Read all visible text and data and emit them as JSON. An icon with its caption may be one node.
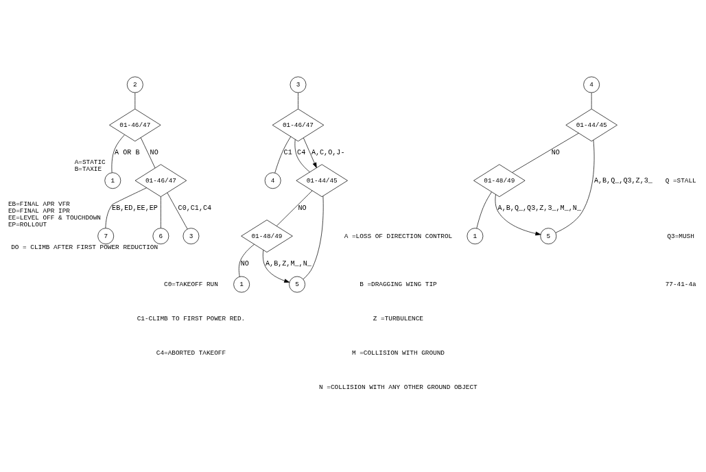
{
  "diagram": {
    "nodes": [
      {
        "text": [
          "2"
        ]
      },
      {
        "text": [
          "01-46/47"
        ]
      },
      {
        "text": [
          "1"
        ],
        "beside": [
          "A=STATIC",
          "B=TAXIE"
        ]
      },
      {
        "text": [
          "01-46/47"
        ]
      },
      {
        "text": [
          "7"
        ],
        "beside": [
          "EB=FINAL APR VFR",
          "ED=FINAL APR IPR",
          "EE=LEVEL OFF & TOUCHDOWN",
          "EP=ROLLOUT"
        ]
      },
      {
        "text": [
          "6"
        ],
        "beside": [
          "DO = CLIMB AFTER FIRST POWER REDUCTION"
        ]
      },
      {
        "text": [
          "3"
        ]
      },
      {
        "text": [
          "3"
        ]
      },
      {
        "text": [
          "01-46/47"
        ]
      },
      {
        "text": [
          "4"
        ]
      },
      {
        "text": [
          "01-44/45"
        ]
      },
      {
        "text": [
          "01-48/49"
        ]
      },
      {
        "text": [
          "1"
        ]
      },
      {
        "text": [
          "5"
        ]
      },
      {
        "text": [
          "4"
        ]
      },
      {
        "text": [
          "01-44/45"
        ]
      },
      {
        "text": [
          "01-48/49"
        ]
      },
      {
        "text": [
          "1"
        ]
      },
      {
        "text": [
          "5"
        ]
      }
    ],
    "edges": [
      {
        "from": 0,
        "to": 1,
        "arrow": "none"
      },
      {
        "from": 1,
        "to": 2,
        "arrow": "none",
        "label": "A OR B"
      },
      {
        "from": 1,
        "to": 3,
        "arrow": "none",
        "label": "NO"
      },
      {
        "from": 3,
        "to": 4,
        "arrow": "none",
        "label": "EB,ED,EE,EP"
      },
      {
        "from": 3,
        "to": 5,
        "arrow": "none"
      },
      {
        "from": 3,
        "to": 6,
        "arrow": "none",
        "label": "C0,C1,C4"
      },
      {
        "from": 7,
        "to": 8,
        "arrow": "none"
      },
      {
        "from": 8,
        "to": 9,
        "arrow": "none",
        "label": "C1"
      },
      {
        "from": 8,
        "to": 10,
        "arrow": "none",
        "label": "C4"
      },
      {
        "from": 8,
        "to": 10,
        "arrow": "to",
        "label": "A,C,O,J-"
      },
      {
        "from": 10,
        "to": 11,
        "arrow": "none",
        "label": "NO"
      },
      {
        "from": 11,
        "to": 12,
        "arrow": "none",
        "label": "NO"
      },
      {
        "from": 11,
        "to": 13,
        "arrow": "to",
        "label": "A,B,Z,M_,N_"
      },
      {
        "from": 10,
        "to": 13,
        "arrow": "none"
      },
      {
        "from": 14,
        "to": 15,
        "arrow": "none"
      },
      {
        "from": 15,
        "to": 16,
        "arrow": "none",
        "label": "NO"
      },
      {
        "from": 16,
        "to": 17,
        "arrow": "none"
      },
      {
        "from": 16,
        "to": 18,
        "arrow": "to",
        "label": "A,B,Q_,Q3,Z,3_,M_,N_"
      },
      {
        "from": 15,
        "to": 18,
        "arrow": "none",
        "label": "A,B,Q_,Q3,Z,3_"
      }
    ],
    "labels": [
      "C0=TAKEOFF RUN",
      "C1-CLIMB TO FIRST POWER RED.",
      "C4=ABORTED TAKEOFF",
      "A =LOSS OF DIRECTION CONTROL",
      "B =DRAGGING WING TIP",
      "Z =TURBULENCE",
      "M =COLLISION WITH GROUND",
      "N =COLLISION WITH ANY OTHER GROUND OBJECT",
      "Q =STALL",
      "Q3=MUSH",
      "77-41-4a"
    ]
  }
}
